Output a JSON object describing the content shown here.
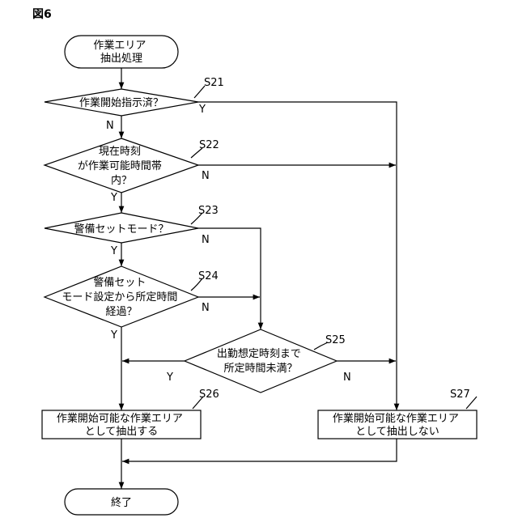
{
  "figure_label": "図6",
  "start": {
    "lines": [
      "作業エリア",
      "抽出処理"
    ]
  },
  "s21": {
    "step": "S21",
    "lines": [
      "作業開始指示済？"
    ],
    "yes": "Y",
    "no": "N"
  },
  "s22": {
    "step": "S22",
    "lines": [
      "現在時刻",
      "が作業可能時間帯",
      "内？"
    ],
    "yes": "Y",
    "no": "N"
  },
  "s23": {
    "step": "S23",
    "lines": [
      "警備セットモード？"
    ],
    "yes": "Y",
    "no": "N"
  },
  "s24": {
    "step": "S24",
    "lines": [
      "警備セット",
      "モード設定から所定時間",
      "経過？"
    ],
    "yes": "Y",
    "no": "N"
  },
  "s25": {
    "step": "S25",
    "lines": [
      "出勤想定時刻まで",
      "所定時間未満？"
    ],
    "yes": "Y",
    "no": "N"
  },
  "s26": {
    "step": "S26",
    "lines": [
      "作業開始可能な作業エリア",
      "として抽出する"
    ]
  },
  "s27": {
    "step": "S27",
    "lines": [
      "作業開始可能な作業エリア",
      "として抽出しない"
    ]
  },
  "end": {
    "lines": [
      "終了"
    ]
  }
}
